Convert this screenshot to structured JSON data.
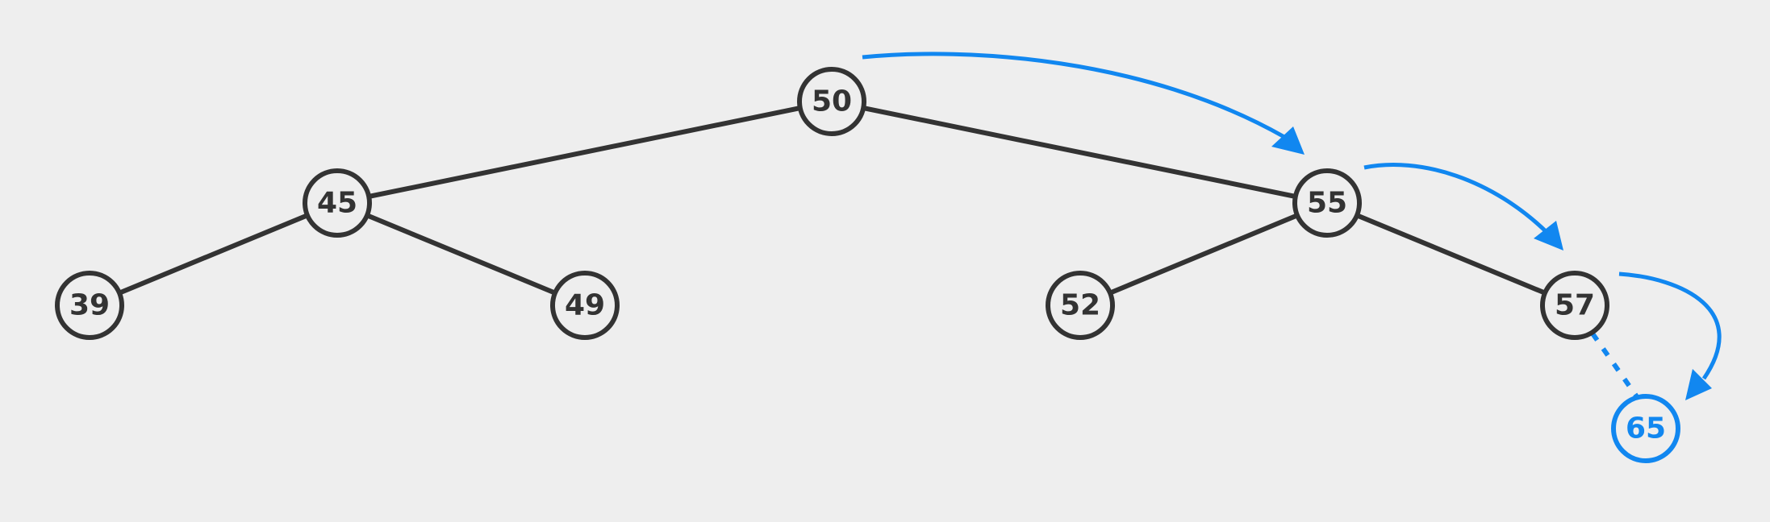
{
  "colors": {
    "background": "#eeeeee",
    "node_stroke": "#333333",
    "highlight": "#1187f0"
  },
  "tree": {
    "nodes": [
      {
        "id": "n50",
        "label": "50"
      },
      {
        "id": "n45",
        "label": "45"
      },
      {
        "id": "n55",
        "label": "55"
      },
      {
        "id": "n39",
        "label": "39"
      },
      {
        "id": "n49",
        "label": "49"
      },
      {
        "id": "n52",
        "label": "52"
      },
      {
        "id": "n57",
        "label": "57"
      }
    ],
    "edges": [
      {
        "from": "n50",
        "to": "n45"
      },
      {
        "from": "n50",
        "to": "n55"
      },
      {
        "from": "n45",
        "to": "n39"
      },
      {
        "from": "n45",
        "to": "n49"
      },
      {
        "from": "n55",
        "to": "n52"
      },
      {
        "from": "n55",
        "to": "n57"
      }
    ],
    "inserted_node": {
      "id": "n65",
      "label": "65",
      "parent": "n57"
    },
    "search_path": [
      "n50",
      "n55",
      "n57",
      "n65"
    ]
  }
}
